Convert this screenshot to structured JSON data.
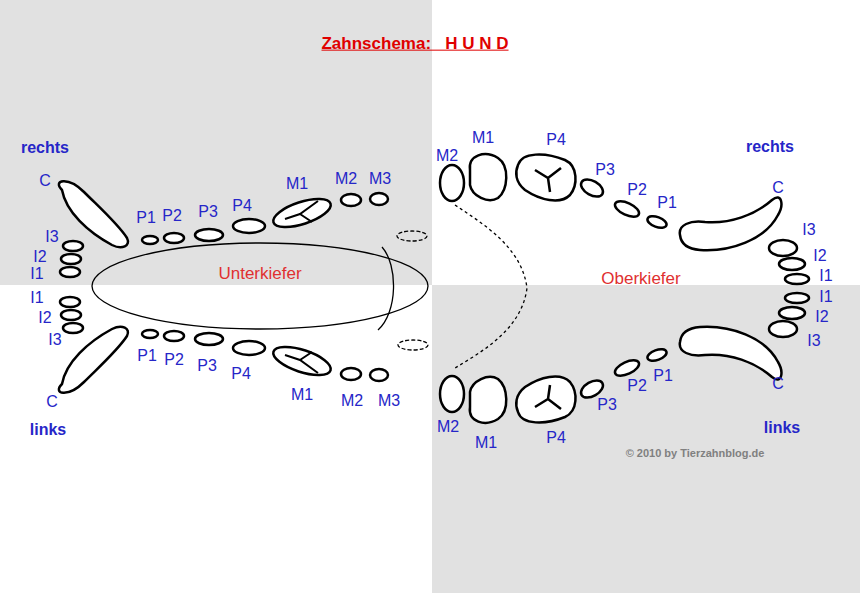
{
  "diagram": {
    "title": "Zahnschema:   H U N D",
    "nodes": [
      {
        "text": [
          "Unterkiefer"
        ]
      }
    ],
    "labels": [
      "rechts",
      "C",
      "I3",
      "I2",
      "I1",
      "I1",
      "I2",
      "I3",
      "C",
      "links",
      "P1",
      "P2",
      "P3",
      "P4",
      "M1",
      "M2",
      "M3",
      "P1",
      "P2",
      "P3",
      "P4",
      "M1",
      "M2",
      "M3",
      "M2",
      "M1",
      "P4",
      "P3",
      "P2",
      "P1",
      "rechts",
      "C",
      "I3",
      "I2",
      "I1",
      "I1",
      "I2",
      "I3",
      "C",
      "links",
      "M2",
      "M1",
      "P4",
      "P3",
      "P2",
      "P1",
      "Oberkiefer",
      "© 2010 by Tierzahnblog.de"
    ]
  }
}
